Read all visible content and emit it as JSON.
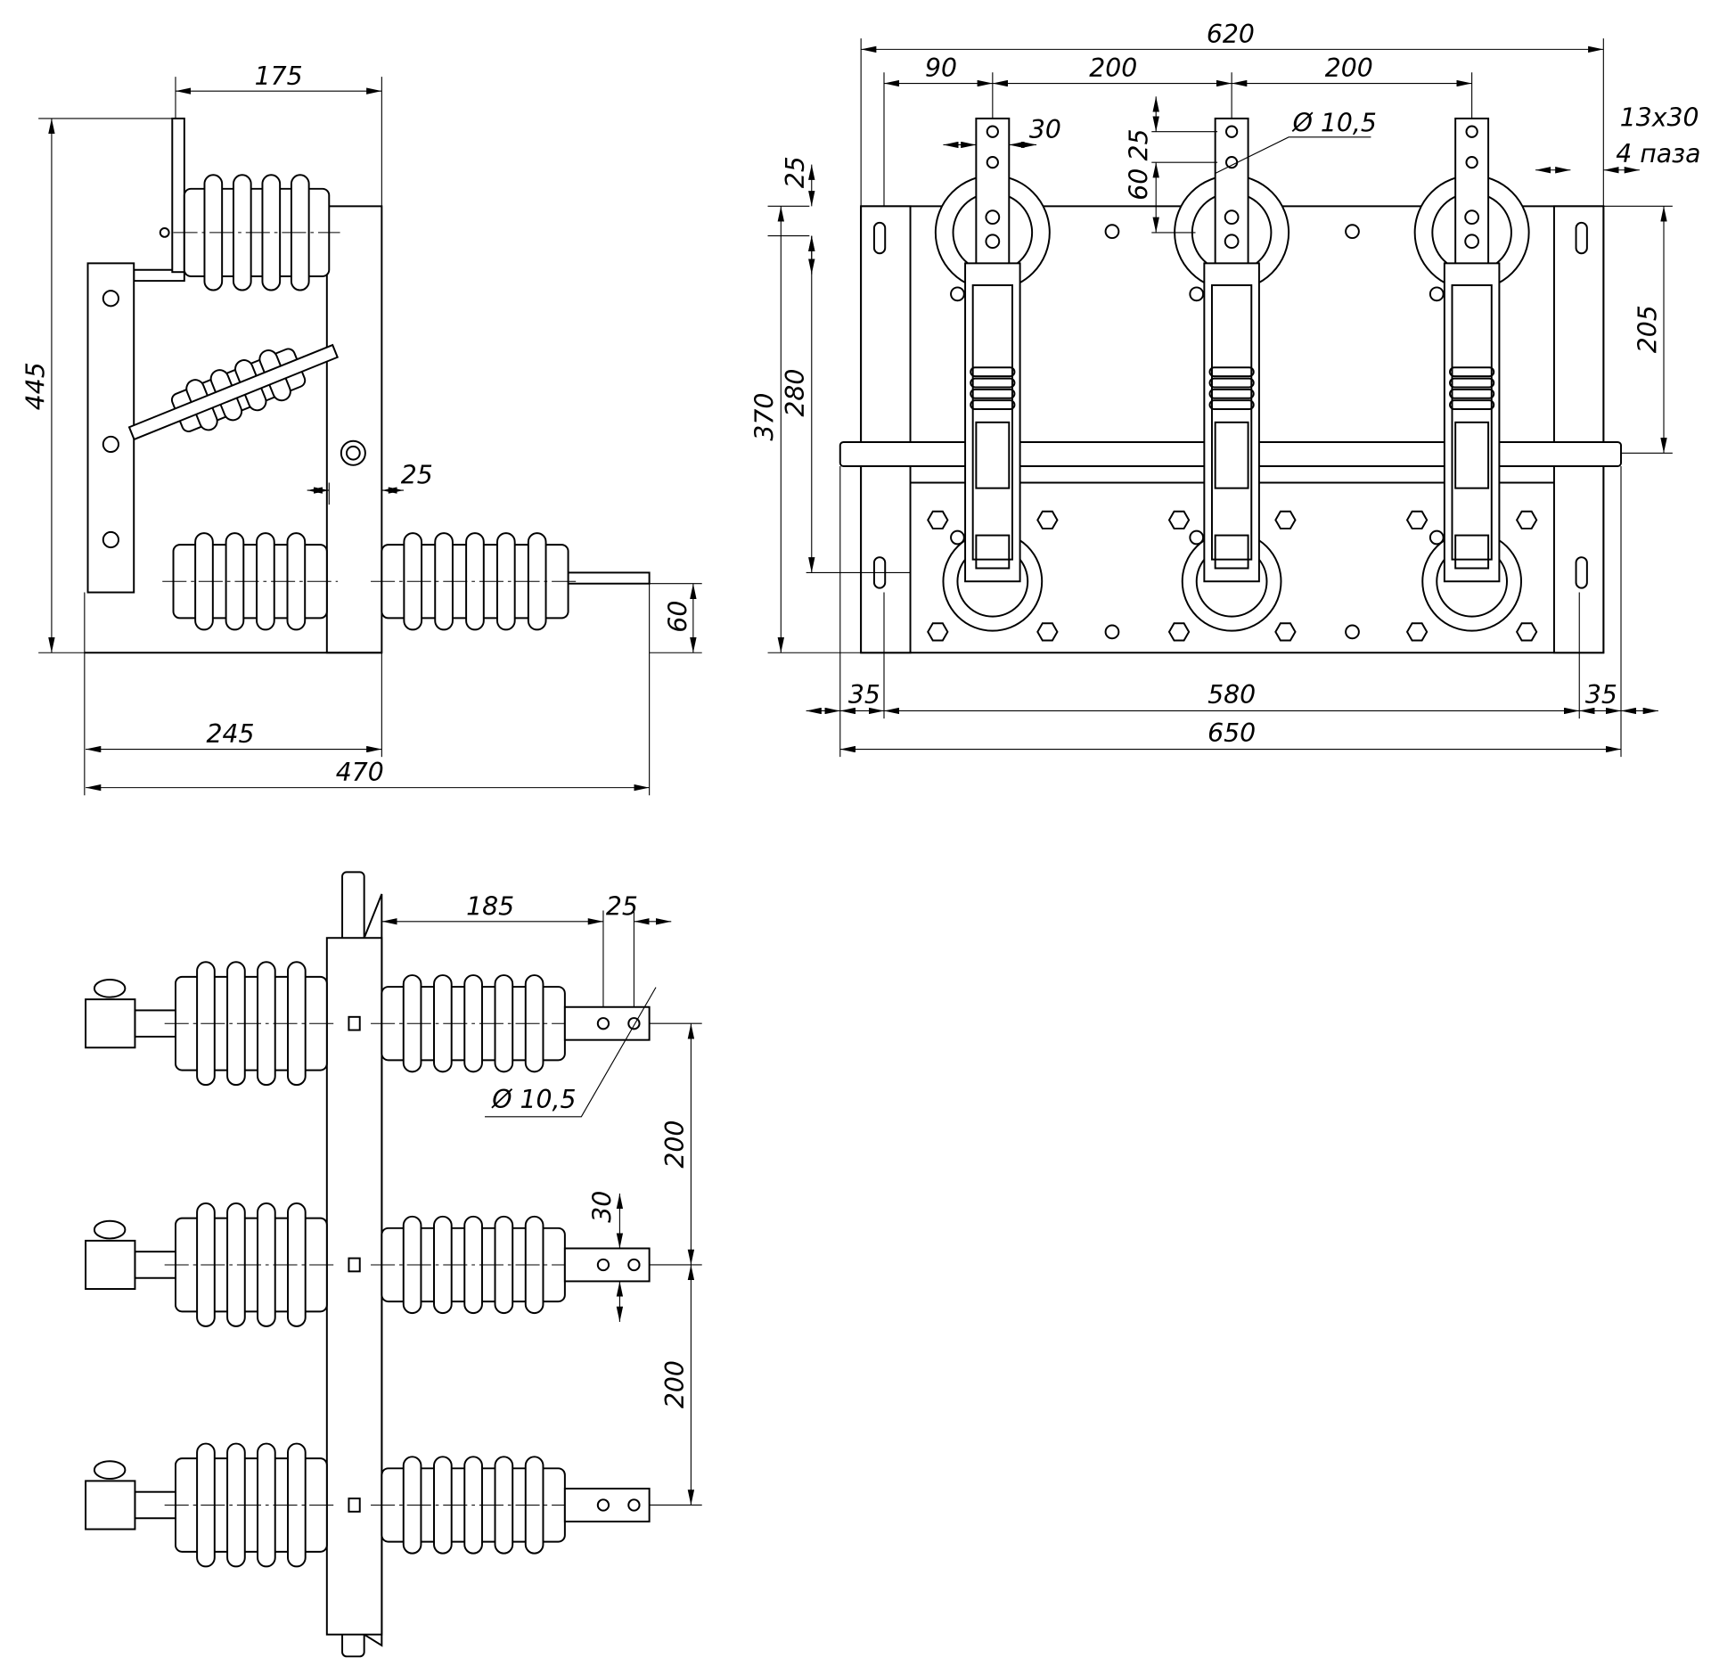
{
  "side_view": {
    "d175": "175",
    "d445": "445",
    "d25": "25",
    "d60": "60",
    "d245": "245",
    "d470": "470"
  },
  "front_view": {
    "d620": "620",
    "d90": "90",
    "d200a": "200",
    "d200b": "200",
    "d30": "30",
    "d25top": "25",
    "d60top": "60",
    "hole": "Ø 10,5",
    "slot_size": "13x30",
    "slot_count": "4 паза",
    "d25left": "25",
    "d370": "370",
    "d280": "280",
    "d205": "205",
    "d35l": "35",
    "d580": "580",
    "d35r": "35",
    "d650": "650"
  },
  "bottom_view": {
    "d185": "185",
    "d25": "25",
    "hole": "Ø 10,5",
    "d200a": "200",
    "d30": "30",
    "d200b": "200"
  }
}
